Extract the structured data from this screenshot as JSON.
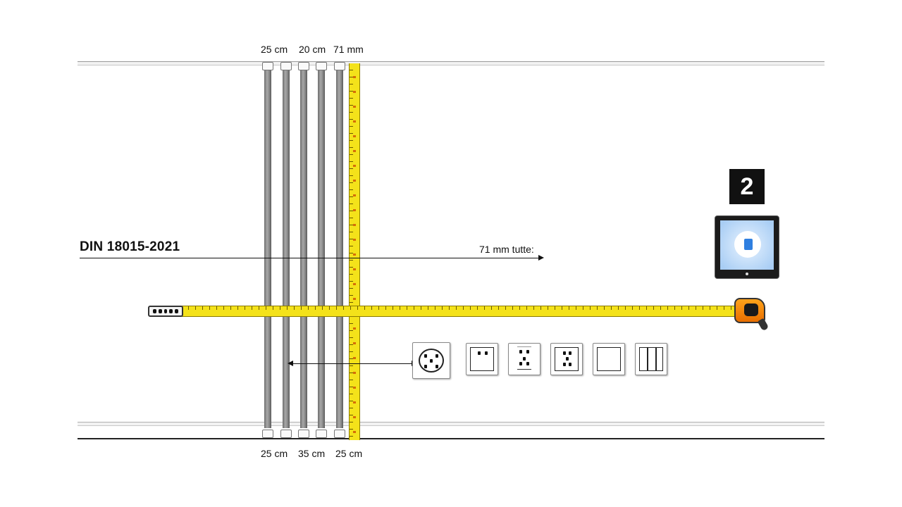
{
  "diagram": {
    "title": "DIN 18015-2021",
    "top_labels": [
      "25 cm",
      "20 cm",
      "71 mm"
    ],
    "bottom_labels": [
      "25 cm",
      "35 cm",
      "25 cm"
    ],
    "arrow_note": "71 mm tutte:",
    "badge_number": "2",
    "pipe_count": 5,
    "outlets": [
      {
        "type": "schuko-socket"
      },
      {
        "type": "two-pin-socket"
      },
      {
        "type": "multi-pin-socket"
      },
      {
        "type": "vertical-pin-socket"
      },
      {
        "type": "single-switch"
      },
      {
        "type": "triple-switch"
      }
    ],
    "colors": {
      "tape": "#f4e21a",
      "tape_case": "#ff9a10",
      "pipe": "#8a8a8a",
      "tablet_screen": "#a8cdf4",
      "badge": "#111111"
    }
  }
}
